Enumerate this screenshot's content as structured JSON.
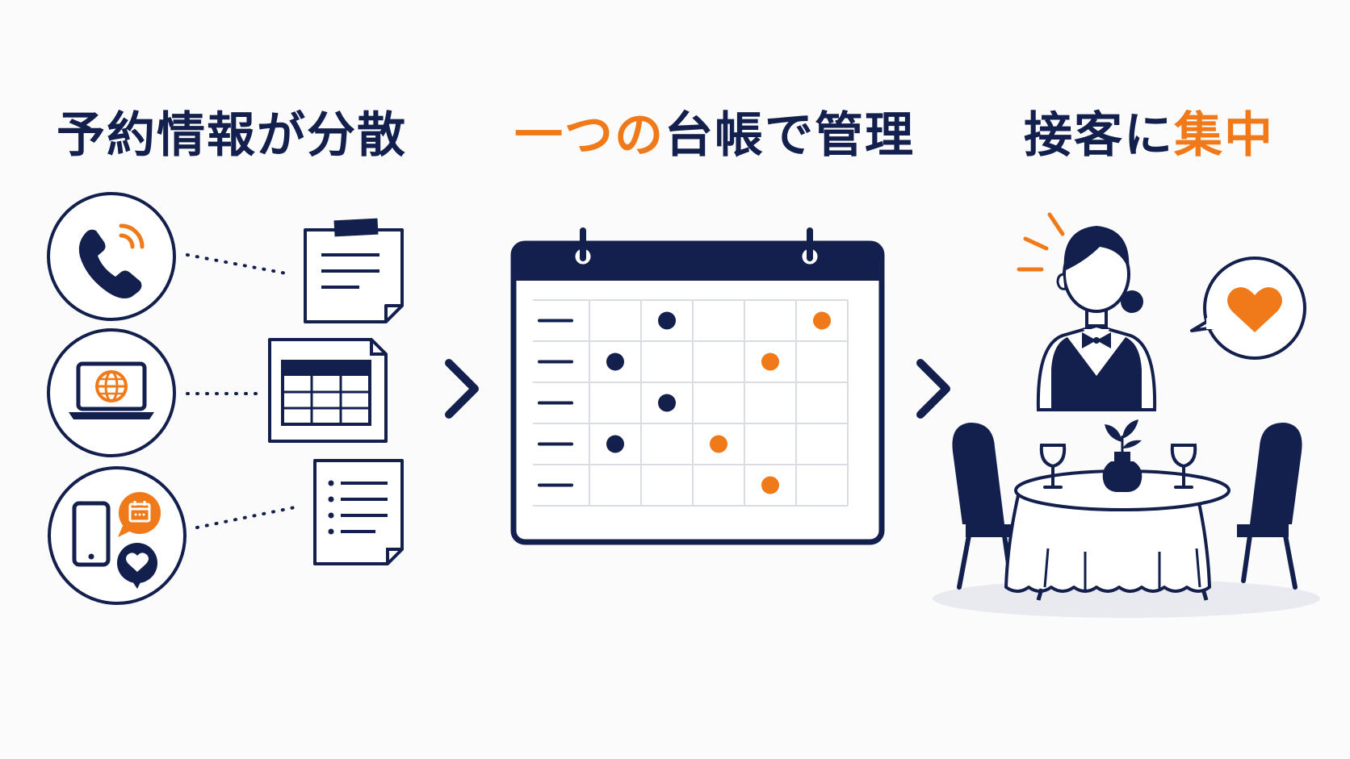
{
  "colors": {
    "navy": "#13204d",
    "orange": "#f07a1a",
    "background": "#fbfbfc",
    "grid": "#d9dce3"
  },
  "steps": [
    {
      "title_main": "予約情報が分散",
      "title_accent": ""
    },
    {
      "title_accent": "一つの",
      "title_main": "台帳で管理"
    },
    {
      "title_main": "接客に",
      "title_accent": "集中"
    }
  ],
  "icons": {
    "step1": [
      "phone-icon",
      "laptop-globe-icon",
      "smartphone-icon",
      "calendar-chat-icon",
      "heart-chat-icon",
      "sticky-note-icon",
      "spreadsheet-icon",
      "checklist-icon"
    ],
    "step2": [
      "calendar-ledger-icon"
    ],
    "step3": [
      "waiter-icon",
      "heart-speech-bubble-icon",
      "dining-table-icon"
    ],
    "arrows": [
      "chevron-right-icon",
      "chevron-right-icon"
    ]
  },
  "ledger": {
    "rows": 5,
    "columns": 5,
    "dots": [
      {
        "row": 1,
        "col": 2,
        "color": "navy"
      },
      {
        "row": 1,
        "col": 5,
        "color": "orange"
      },
      {
        "row": 2,
        "col": 1,
        "color": "navy"
      },
      {
        "row": 2,
        "col": 4,
        "color": "orange"
      },
      {
        "row": 3,
        "col": 2,
        "color": "navy"
      },
      {
        "row": 4,
        "col": 1,
        "color": "navy"
      },
      {
        "row": 4,
        "col": 3,
        "color": "orange"
      },
      {
        "row": 5,
        "col": 4,
        "color": "orange"
      }
    ]
  }
}
